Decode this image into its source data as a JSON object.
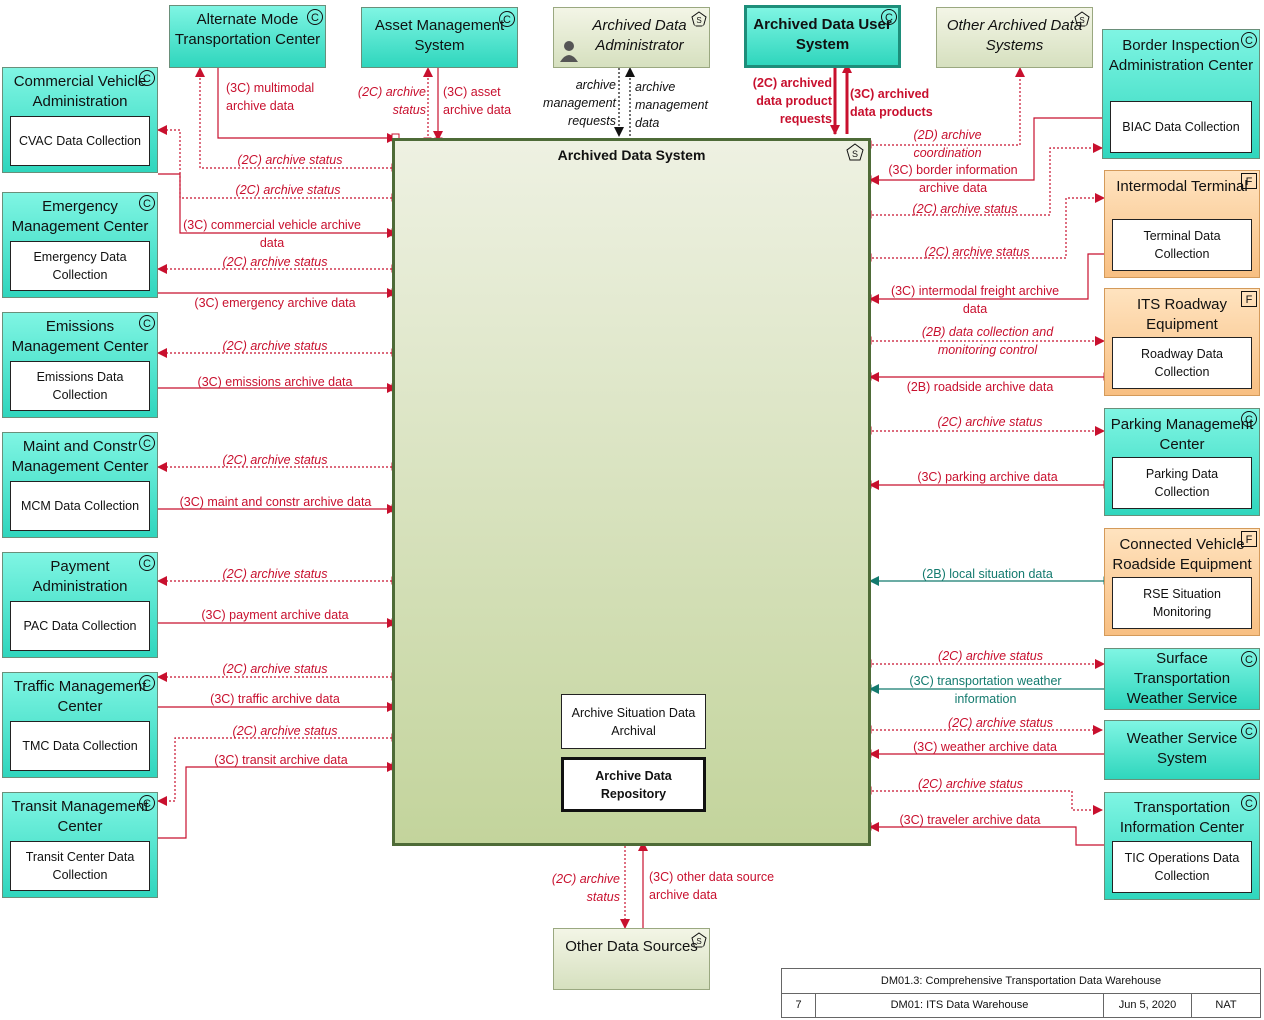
{
  "elements": {
    "alt_mode": {
      "title": "Alternate Mode Transportation Center",
      "badge": "C"
    },
    "asset_mgmt": {
      "title": "Asset Management System",
      "badge": "C"
    },
    "ada_admin": {
      "title": "Archived Data Administrator",
      "badge": "S"
    },
    "ada_user": {
      "title": "Archived Data User System",
      "badge": "C"
    },
    "other_archived": {
      "title": "Other Archived Data Systems",
      "badge": "S"
    },
    "biac": {
      "title": "Border Inspection Administration Center",
      "inner": "BIAC Data Collection",
      "badge": "C"
    },
    "cvac": {
      "title": "Commercial Vehicle Administration",
      "inner": "CVAC Data Collection",
      "badge": "C"
    },
    "emc": {
      "title": "Emergency Management Center",
      "inner": "Emergency Data Collection",
      "badge": "C"
    },
    "emis": {
      "title": "Emissions Management Center",
      "inner": "Emissions Data Collection",
      "badge": "C"
    },
    "mcm": {
      "title": "Maint and Constr Management Center",
      "inner": "MCM Data Collection",
      "badge": "C"
    },
    "pay": {
      "title": "Payment Administration",
      "inner": "PAC Data Collection",
      "badge": "C"
    },
    "tmc": {
      "title": "Traffic Management Center",
      "inner": "TMC Data Collection",
      "badge": "C"
    },
    "transit": {
      "title": "Transit Management Center",
      "inner": "Transit Center Data Collection",
      "badge": "C"
    },
    "terminal": {
      "title": "Intermodal Terminal",
      "inner": "Terminal Data Collection",
      "badge": "F"
    },
    "roadway": {
      "title": "ITS Roadway Equipment",
      "inner": "Roadway Data Collection",
      "badge": "F"
    },
    "parking": {
      "title": "Parking Management Center",
      "inner": "Parking Data Collection",
      "badge": "C"
    },
    "rse": {
      "title": "Connected Vehicle Roadside Equipment",
      "inner": "RSE Situation Monitoring",
      "badge": "F"
    },
    "stws": {
      "title": "Surface Transportation Weather Service",
      "badge": "C"
    },
    "wss": {
      "title": "Weather Service System",
      "badge": "C"
    },
    "tic": {
      "title": "Transportation Information Center",
      "inner": "TIC Operations Data Collection",
      "badge": "C"
    },
    "other_sources": {
      "title": "Other Data Sources",
      "badge": "S"
    },
    "ads": {
      "title": "Archived Data System",
      "badge": "S",
      "inner1": "Archive Situation Data Archival",
      "inner2": "Archive Data Repository"
    }
  },
  "flows": {
    "alt_multimodal": "(3C) multimodal archive data",
    "asset_status": "(2C) archive status",
    "asset_data": "(3C) asset archive data",
    "admin_requests": "archive management requests",
    "admin_data": "archive management data",
    "user_requests": "(2C) archived data product requests",
    "user_products": "(3C) archived data products",
    "other_coord": "(2D) archive coordination",
    "alt_status": "(2C) archive status",
    "cvac_status": "(2C) archive status",
    "cvac_data": "(3C) commercial vehicle archive data",
    "emc_status": "(2C) archive status",
    "emc_data": "(3C) emergency archive data",
    "emis_status": "(2C) archive status",
    "emis_data": "(3C) emissions archive data",
    "mcm_status": "(2C) archive status",
    "mcm_data": "(3C) maint and constr archive data",
    "pay_status": "(2C) archive status",
    "pay_data": "(3C) payment archive data",
    "tmc_status": "(2C) archive status",
    "tmc_data": "(3C) traffic archive data",
    "transit_status": "(2C) archive status",
    "transit_data": "(3C) transit archive data",
    "biac_data": "(3C) border information archive data",
    "biac_status": "(2C) archive status",
    "term_status": "(2C) archive status",
    "term_data": "(3C) intermodal freight archive data",
    "road_control": "(2B) data collection and monitoring control",
    "road_data": "(2B) roadside archive data",
    "park_status": "(2C) archive status",
    "park_data": "(3C) parking archive data",
    "rse_data": "(2B) local situation data",
    "stws_status": "(2C) archive status",
    "stws_data": "(3C) transportation weather information",
    "wss_status": "(2C) archive status",
    "wss_data": "(3C) weather archive data",
    "tic_status": "(2C) archive status",
    "tic_data": "(3C) traveler archive data",
    "os_status": "(2C) archive status",
    "os_data": "(3C) other data source archive data"
  },
  "footer": {
    "title": "DM01.3: Comprehensive Transportation Data Warehouse",
    "num": "7",
    "package": "DM01: ITS Data Warehouse",
    "date": "Jun 5, 2020",
    "region": "NAT"
  },
  "colors": {
    "flow_red": "#c8102e",
    "flow_teal": "#137a6e",
    "cyan_box": "#2fd6bd",
    "orange_box": "#f8bf82",
    "system_green": "#4e6b37"
  }
}
